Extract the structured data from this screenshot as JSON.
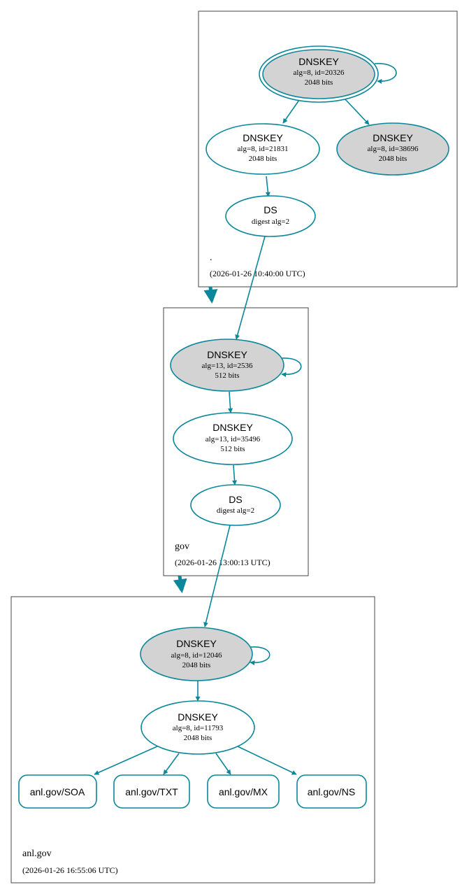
{
  "colors": {
    "edge": "#0a879a",
    "node_stroke": "#0a879a",
    "node_fill_ksk": "#d3d3d3",
    "node_fill_zsk": "#ffffff",
    "zone_border": "#444444"
  },
  "zones": {
    "root": {
      "name": ".",
      "timestamp": "(2026-01-26 10:40:00 UTC)",
      "nodes": {
        "ksk_20326": {
          "title": "DNSKEY",
          "line1": "alg=8, id=20326",
          "line2": "2048 bits"
        },
        "zsk_21831": {
          "title": "DNSKEY",
          "line1": "alg=8, id=21831",
          "line2": "2048 bits"
        },
        "key_38696": {
          "title": "DNSKEY",
          "line1": "alg=8, id=38696",
          "line2": "2048 bits"
        },
        "ds": {
          "title": "DS",
          "line1": "digest alg=2"
        }
      }
    },
    "gov": {
      "name": "gov",
      "timestamp": "(2026-01-26 13:00:13 UTC)",
      "nodes": {
        "ksk_2536": {
          "title": "DNSKEY",
          "line1": "alg=13, id=2536",
          "line2": "512 bits"
        },
        "zsk_35496": {
          "title": "DNSKEY",
          "line1": "alg=13, id=35496",
          "line2": "512 bits"
        },
        "ds": {
          "title": "DS",
          "line1": "digest alg=2"
        }
      }
    },
    "anl": {
      "name": "anl.gov",
      "timestamp": "(2026-01-26 16:55:06 UTC)",
      "nodes": {
        "ksk_12046": {
          "title": "DNSKEY",
          "line1": "alg=8, id=12046",
          "line2": "2048 bits"
        },
        "zsk_11793": {
          "title": "DNSKEY",
          "line1": "alg=8, id=11793",
          "line2": "2048 bits"
        }
      },
      "rrsets": [
        {
          "label": "anl.gov/SOA"
        },
        {
          "label": "anl.gov/TXT"
        },
        {
          "label": "anl.gov/MX"
        },
        {
          "label": "anl.gov/NS"
        }
      ]
    }
  }
}
